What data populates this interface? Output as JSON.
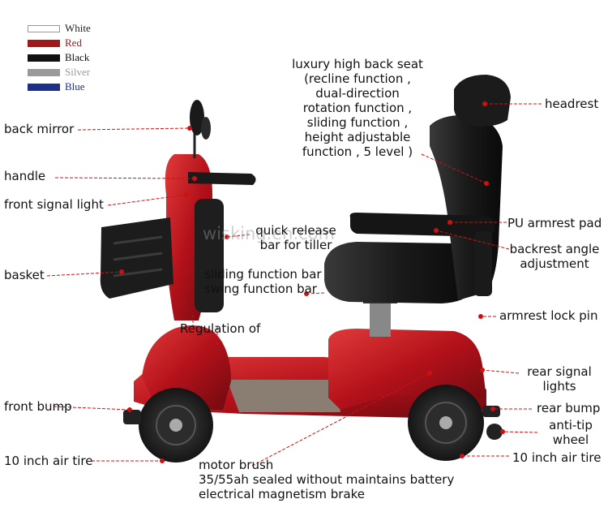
{
  "legend": [
    {
      "name": "White",
      "swatch": "#ffffff",
      "text_color": "#222222"
    },
    {
      "name": "Red",
      "swatch": "#a01818",
      "text_color": "#a01818"
    },
    {
      "name": "Black",
      "swatch": "#111111",
      "text_color": "#111111"
    },
    {
      "name": "Silver",
      "swatch": "#9a9a9a",
      "text_color": "#9a9a9a"
    },
    {
      "name": "Blue",
      "swatch": "#1c2f8c",
      "text_color": "#1c2f8c"
    }
  ],
  "watermark": "wisking.en.com",
  "colors": {
    "leader": "#d01010",
    "frame": "#b3111a",
    "seat": "#1a1a1a"
  },
  "labels": {
    "seat": [
      "luxury high back seat",
      "(recline function ,",
      "dual-direction",
      "rotation function ,",
      "sliding function ,",
      "height adjustable",
      "function , 5 level )"
    ],
    "headrest": "headrest",
    "back_mirror": "back mirror",
    "handle": "handle",
    "front_signal_light": "front signal light",
    "quick_release": [
      "quick release",
      "bar for tiller"
    ],
    "pu_armrest": "PU armrest pad",
    "backrest_angle": [
      "backrest angle",
      "adjustment"
    ],
    "basket": "basket",
    "sliding_swing": [
      "sliding function bar",
      "swing function bar"
    ],
    "armrest_lock": "armrest lock pin",
    "regulation": "Regulation of",
    "rear_signal": [
      "rear signal",
      "lights"
    ],
    "front_bump": "front bump",
    "rear_bump": "rear bump",
    "anti_tip": [
      "anti-tip",
      "wheel"
    ],
    "tire_left": "10 inch air tire",
    "tire_right": "10 inch air tire",
    "bottom": [
      "motor brush",
      "35/55ah sealed without maintains battery",
      "electrical magnetism brake"
    ]
  }
}
